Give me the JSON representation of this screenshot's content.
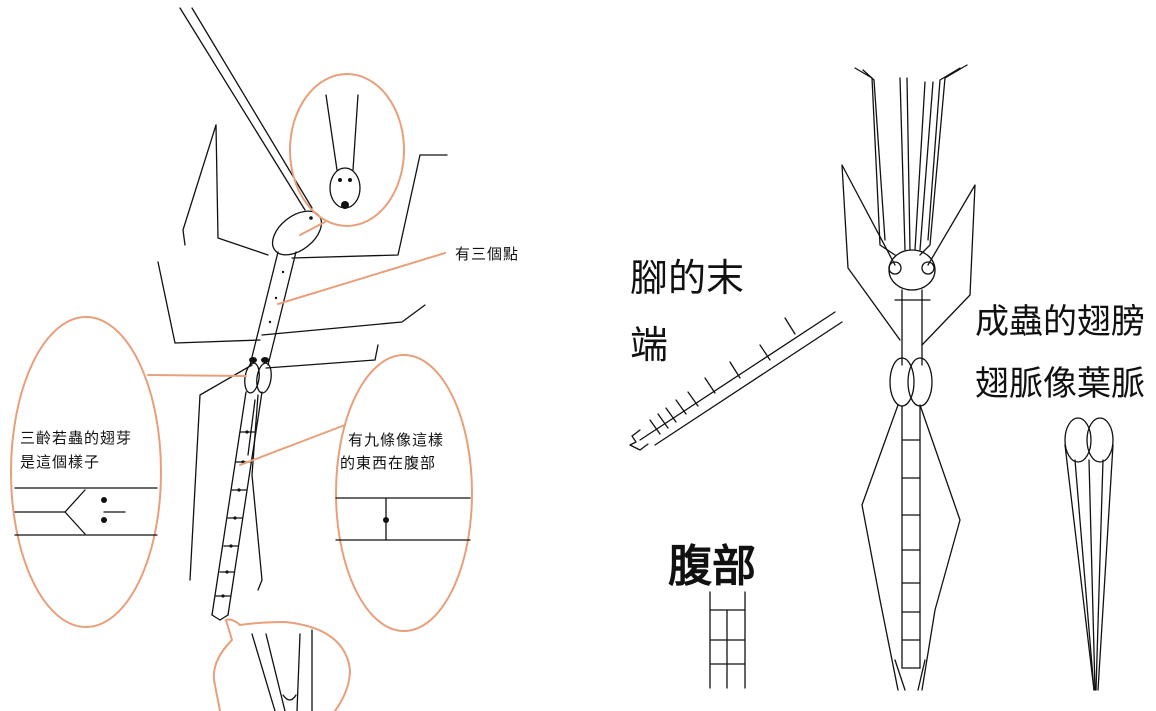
{
  "left_panel": {
    "labels": {
      "three_dots": "有三個點",
      "wing_bud_line1": "三齡若蟲的翅芽",
      "wing_bud_line2": "是這個樣子",
      "nine_line1": "有九條像這樣",
      "nine_line2": "的東西在腹部"
    }
  },
  "right_panel": {
    "labels": {
      "foot_tip_line1": "腳的末",
      "foot_tip_line2": "端",
      "abdomen": "腹部",
      "adult_wing_line1": "成蟲的翅膀",
      "adult_wing_line2": "翅脈像葉脈"
    }
  },
  "colors": {
    "callout": "#e8a07a",
    "ink": "#111111"
  }
}
